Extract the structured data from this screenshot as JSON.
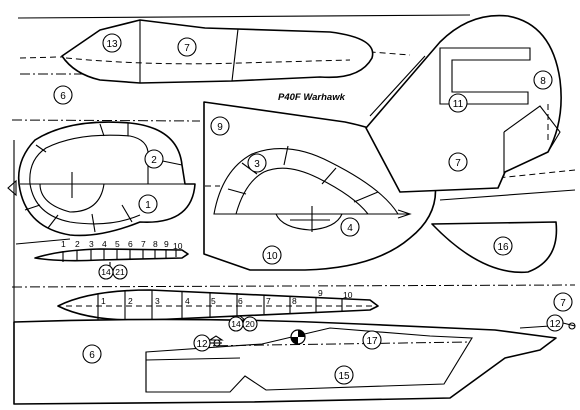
{
  "title": "P40F Warhawk",
  "part_numbers": {
    "canopy_left": "13",
    "canopy_right": "7",
    "fuselage_upper": "6",
    "rudder_outline": "9",
    "rudder_rib": "3",
    "rudder_hinge_part": "4",
    "rudder_base": "10",
    "fin_panel": "8",
    "fin_cutout": "11",
    "fin_side": "7",
    "fin_lower": "16",
    "cowl_ring": "2",
    "cowl_base": "1",
    "wing_strip_tag_a": "14",
    "wing_strip_tag_b": "21",
    "long_strip_tag_a": "14",
    "long_strip_tag_b": "20",
    "fuselage_lower": "6",
    "lower_part_12": "12",
    "lower_part_17": "17",
    "lower_part_15": "15",
    "right_part_7": "7",
    "right_part_12": "12"
  },
  "rib_stations_small": [
    "1",
    "2",
    "3",
    "4",
    "5",
    "6",
    "7",
    "8",
    "9",
    "10"
  ],
  "rib_stations_large": [
    "1",
    "2",
    "3",
    "4",
    "5",
    "6",
    "7",
    "8",
    "9",
    "10"
  ]
}
